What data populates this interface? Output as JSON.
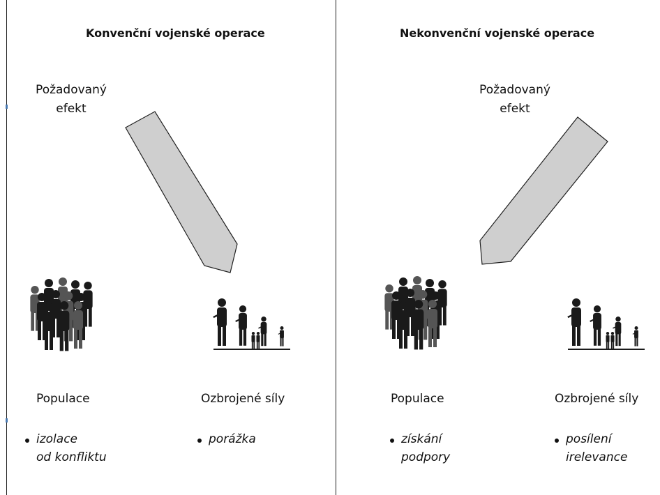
{
  "panels": [
    {
      "title": "Konvenční vojenské operace",
      "effect_label": "Požadovaný\nefekt",
      "population_label": "Populace",
      "forces_label": "Ozbrojené síly",
      "population_effect": "izolace\nod konfliktu",
      "forces_effect": "porážka"
    },
    {
      "title": "Nekonvenční vojenské operace",
      "effect_label": "Požadovaný\nefekt",
      "population_label": "Populace",
      "forces_label": "Ozbrojené síly",
      "population_effect": "získání\npodpory",
      "forces_effect": "posílení\nirelevance"
    }
  ],
  "icons": {
    "arrow": "pointer-arrow-icon",
    "crowd": "crowd-icon",
    "soldiers": "soldiers-icon"
  },
  "colors": {
    "arrow_fill": "#cfcfcf",
    "line": "#1f1f1f",
    "people_dark": "#1a1a1a",
    "people_mid": "#555555"
  }
}
